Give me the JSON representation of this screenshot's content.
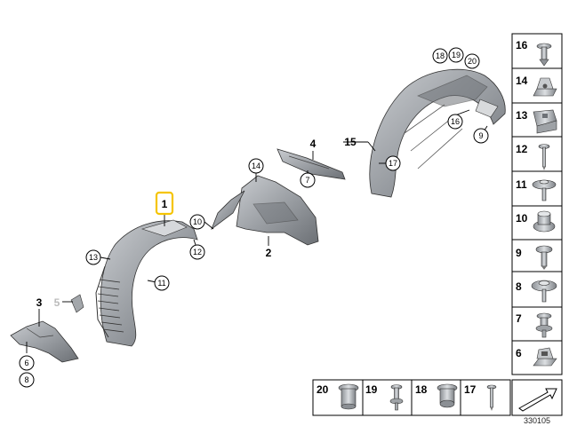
{
  "callouts": {
    "p1": "1",
    "p2": "2",
    "p3": "3",
    "p4": "4",
    "p5": "5",
    "p6": "6",
    "p7": "7",
    "p8": "8",
    "p9": "9",
    "p10": "10",
    "p11": "11",
    "p12": "12",
    "p13": "13",
    "p14": "14",
    "p15": "15",
    "p16": "16",
    "p17": "17",
    "p18": "18",
    "p19": "19",
    "p20": "20"
  },
  "highlight_color": "#f5c400",
  "side_panels": [
    "16",
    "14",
    "13",
    "12",
    "11",
    "10",
    "9",
    "8",
    "7",
    "6"
  ],
  "bottom_panels": [
    "20",
    "19",
    "18",
    "17"
  ],
  "diagram_id": "330105"
}
